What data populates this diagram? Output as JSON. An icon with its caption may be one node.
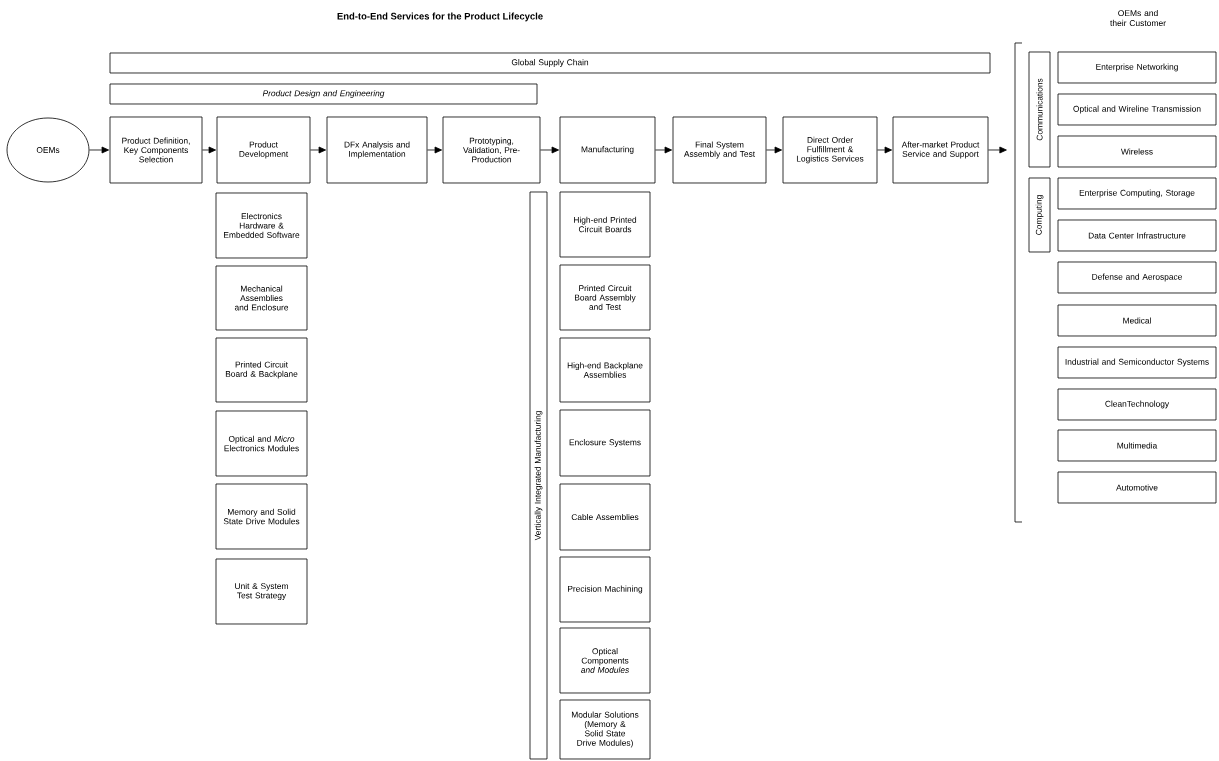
{
  "diagram": {
    "title": "End-to-End Services for the Product Lifecycle",
    "nodes": [
      {
        "text": [
          "Global Supply Chain"
        ]
      },
      {
        "text": [
          "Product Design and Engineering"
        ]
      },
      {
        "text": [
          "OEMs"
        ]
      },
      {
        "text": [
          "Product Definition, Key Components Selection"
        ]
      },
      {
        "text": [
          "Product Development"
        ]
      },
      {
        "text": [
          "DFx Analysis and Implementation"
        ]
      },
      {
        "text": [
          "Prototyping, Validation, Pre-Production"
        ]
      },
      {
        "text": [
          "Manufacturing"
        ]
      },
      {
        "text": [
          "Final System Assembly and Test"
        ]
      },
      {
        "text": [
          "Direct Order Fulfillment & Logistics Services"
        ]
      },
      {
        "text": [
          "After-market Product Service and Support"
        ]
      },
      {
        "text": [
          "Communications"
        ]
      },
      {
        "text": [
          "Computing"
        ]
      },
      {
        "text": [
          "Enterprise Networking"
        ]
      },
      {
        "text": [
          "Optical and Wireline Transmission"
        ]
      },
      {
        "text": [
          "Wireless"
        ]
      },
      {
        "text": [
          "Enterprise Computing, Storage"
        ]
      },
      {
        "text": [
          "Data Center Infrastructure"
        ]
      },
      {
        "text": [
          "Defense and Aerospace"
        ]
      },
      {
        "text": [
          "Medical"
        ]
      },
      {
        "text": [
          "Industrial and Semiconductor Systems"
        ]
      },
      {
        "text": [
          "CleanTechnology"
        ]
      },
      {
        "text": [
          "Multimedia"
        ]
      },
      {
        "text": [
          "Automotive"
        ]
      },
      {
        "text": [
          "Electronics Hardware & Embedded Software"
        ]
      },
      {
        "text": [
          "Mechanical Assemblies and Enclosure"
        ]
      },
      {
        "text": [
          "Printed Circuit Board & Backplane"
        ]
      },
      {
        "text": [
          "Optical and *Micro* Electronics Modules"
        ]
      },
      {
        "text": [
          "Memory and Solid State Drive Modules"
        ]
      },
      {
        "text": [
          "Unit & System Test Strategy"
        ]
      },
      {
        "text": [
          "Vertically Integrated Manufacturing"
        ]
      },
      {
        "text": [
          "High-end Printed Circuit Boards"
        ]
      },
      {
        "text": [
          "Printed Circuit Board Assembly and Test"
        ]
      },
      {
        "text": [
          "High-end Backplane Assemblies"
        ]
      },
      {
        "text": [
          "Enclosure Systems"
        ]
      },
      {
        "text": [
          "Cable Assemblies"
        ]
      },
      {
        "text": [
          "Precision Machining"
        ]
      },
      {
        "text": [
          "Optical Components *and Modules*"
        ]
      },
      {
        "text": [
          "Modular Solutions (Memory & Solid State Drive Modules)"
        ]
      }
    ],
    "edges": [
      {
        "from": 2,
        "to": 3,
        "arrow": "to"
      },
      {
        "from": 3,
        "to": 4,
        "arrow": "to"
      },
      {
        "from": 4,
        "to": 5,
        "arrow": "to"
      },
      {
        "from": 5,
        "to": 6,
        "arrow": "to"
      },
      {
        "from": 6,
        "to": 7,
        "arrow": "to"
      },
      {
        "from": 7,
        "to": 8,
        "arrow": "to"
      },
      {
        "from": 8,
        "to": 9,
        "arrow": "to"
      },
      {
        "from": 9,
        "to": 10,
        "arrow": "to"
      },
      {
        "from": 10,
        "to": null,
        "arrow": "to"
      }
    ],
    "labels": [
      "OEMs and their Customer"
    ]
  }
}
